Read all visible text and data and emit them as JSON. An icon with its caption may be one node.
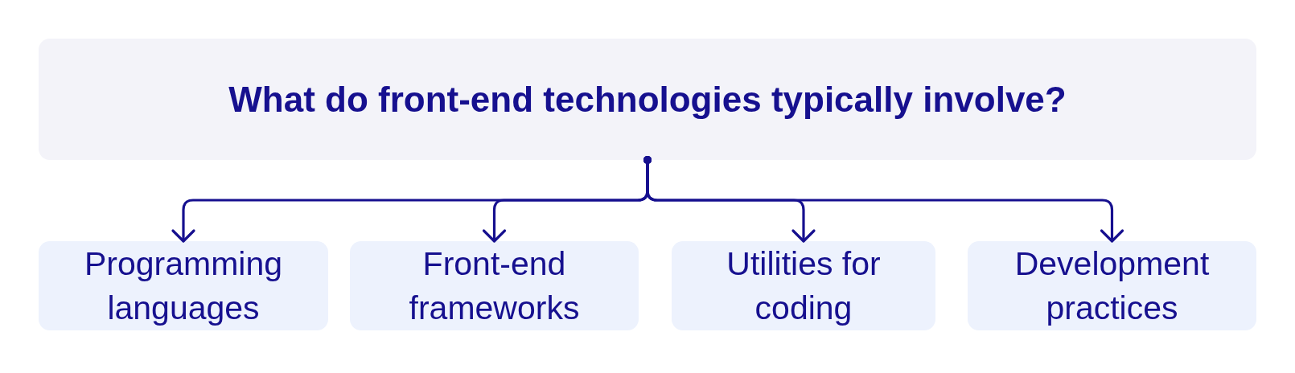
{
  "diagram": {
    "nodes": [
      {
        "text": [
          "What do front-end technologies typically involve?"
        ]
      },
      {
        "text": [
          "Programming languages"
        ]
      },
      {
        "text": [
          "Front-end frameworks"
        ]
      },
      {
        "text": [
          "Utilities for coding"
        ]
      },
      {
        "text": [
          "Development practices"
        ]
      }
    ],
    "edges": [
      {
        "from": 0,
        "to": 1,
        "arrow": "to"
      },
      {
        "from": 0,
        "to": 2,
        "arrow": "to"
      },
      {
        "from": 0,
        "to": 3,
        "arrow": "to"
      },
      {
        "from": 0,
        "to": 4,
        "arrow": "to"
      }
    ]
  }
}
